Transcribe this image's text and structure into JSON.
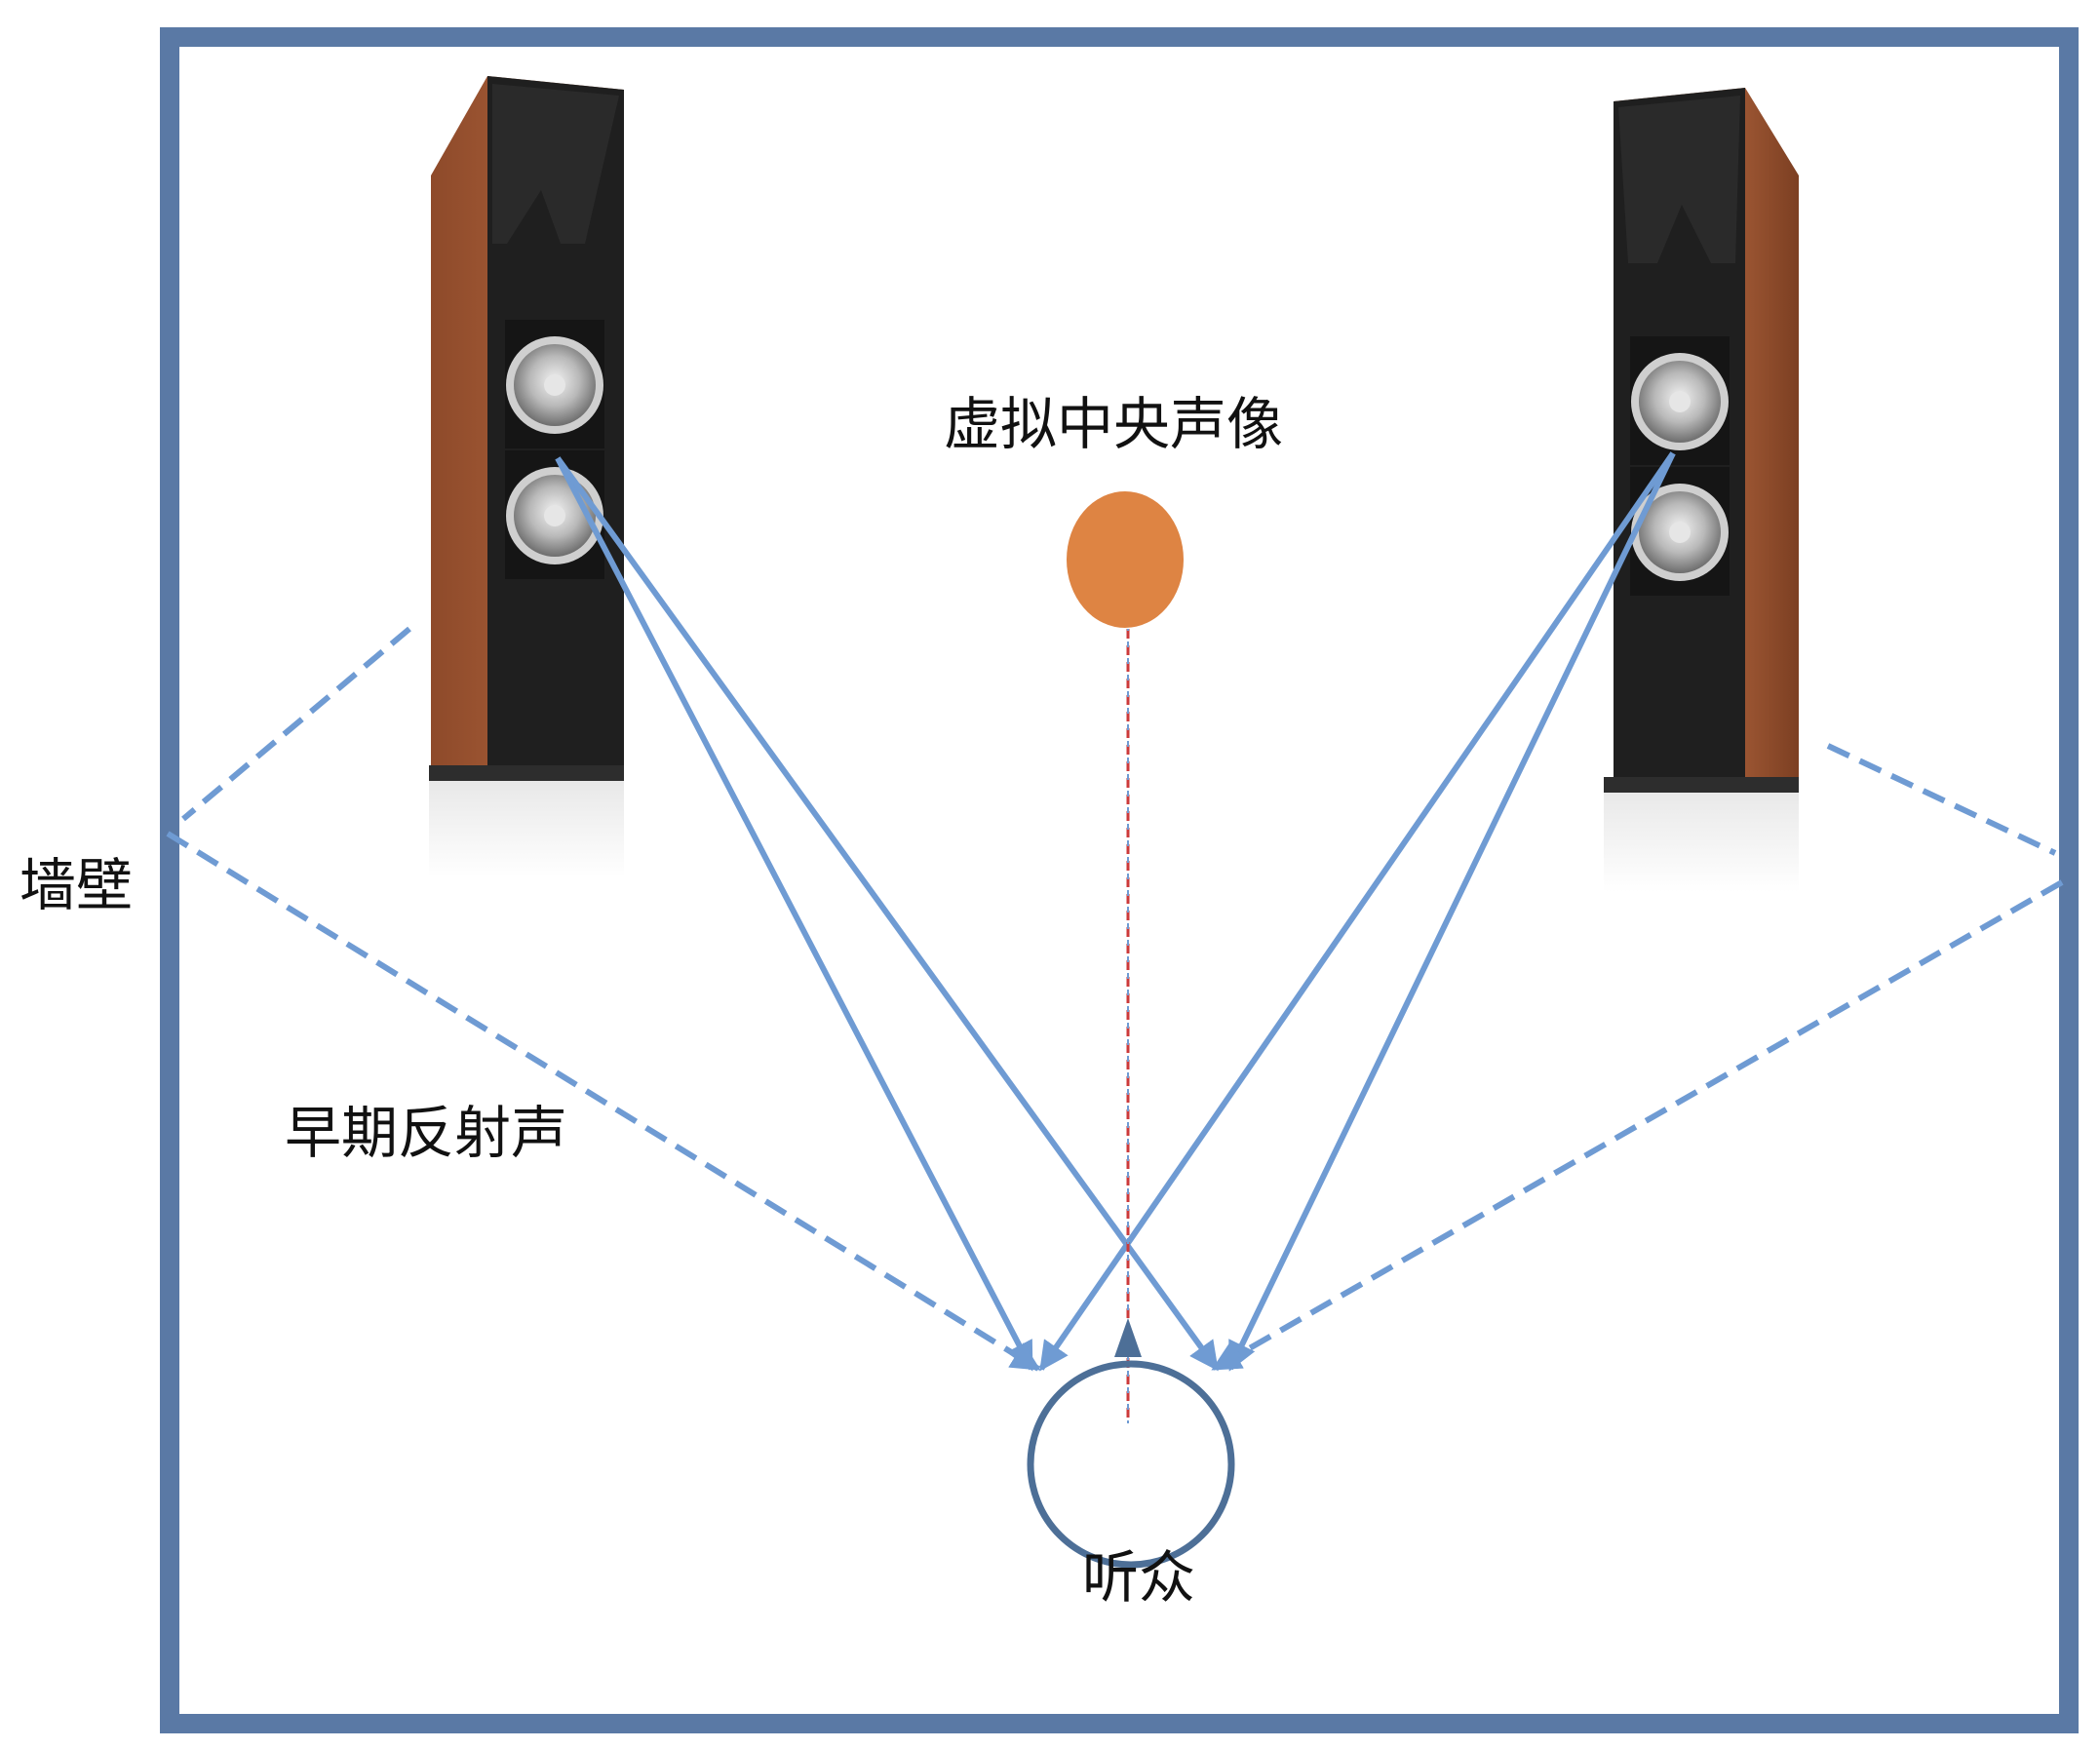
{
  "labels": {
    "wall": "墙壁",
    "virtual_center_image": "虚拟中央声像",
    "early_reflections": "早期反射声",
    "listener": "听众"
  },
  "icons": {
    "speakers": "floor-standing-speaker-icon",
    "virtual_image": "sound-image-dot-icon",
    "listener": "listener-head-icon"
  },
  "colors": {
    "room_wall": "#5a79a5",
    "sound_path": "#6f9bd3",
    "virtual_image": "#de8443",
    "center_line": "#cc3a3a",
    "listener_outline": "#4d6f97",
    "speaker_wood": "#9b5533",
    "speaker_front": "#1f1f1f"
  }
}
